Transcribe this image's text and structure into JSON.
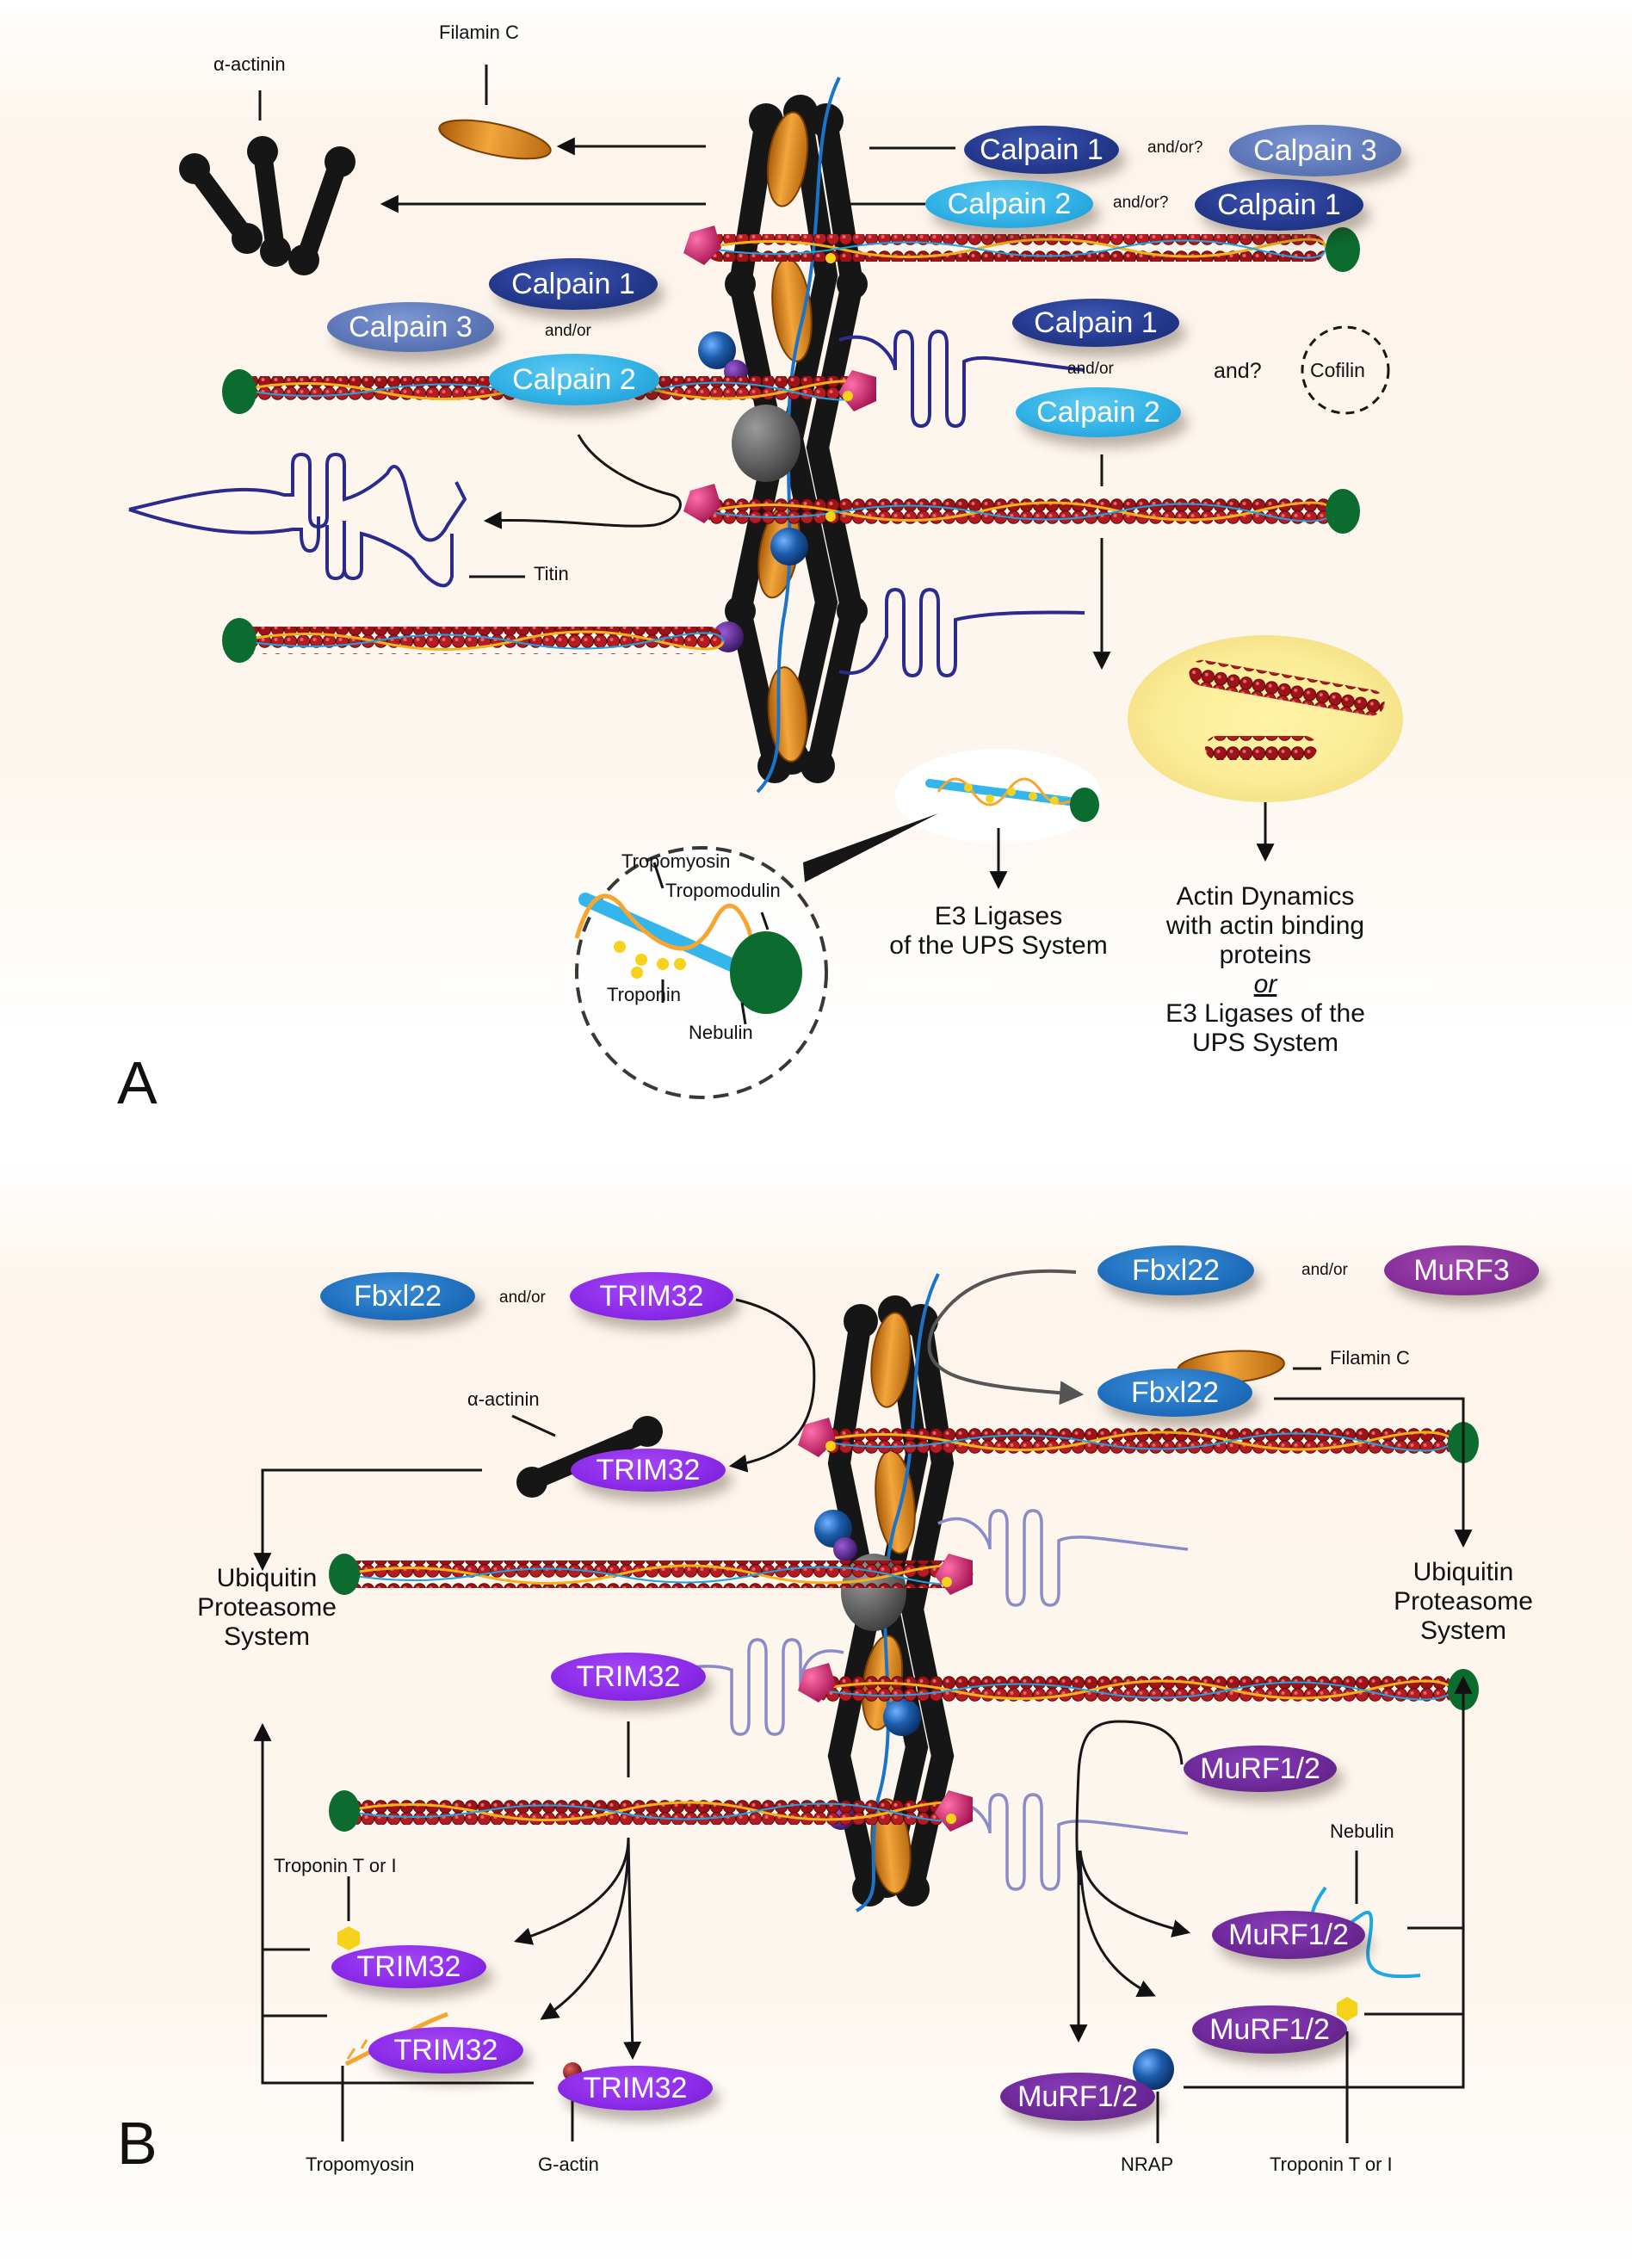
{
  "panel_a": {
    "letter": "A",
    "labels": {
      "alpha_actinin": "α-actinin",
      "filamin_c": "Filamin C",
      "titin": "Titin",
      "cofilin": "Cofilin",
      "tropomyosin": "Tropomyosin",
      "tropomodulin": "Tropomodulin",
      "troponin": "Troponin",
      "nebulin": "Nebulin"
    },
    "calpains": {
      "row1_left": "Calpain 1",
      "row1_right": "Calpain 3",
      "row2_left": "Calpain 2",
      "row2_right": "Calpain 1",
      "mid_top": "Calpain 1",
      "mid_left": "Calpain 3",
      "mid_bottom": "Calpain 2",
      "right_top": "Calpain 1",
      "right_bottom": "Calpain 2"
    },
    "connectors": {
      "row1": "and/or?",
      "row2": "and/or?",
      "mid": "and/or",
      "right": "and/or",
      "and_q": "and?"
    },
    "outcomes": {
      "e3": [
        "E3 Ligases",
        "of the UPS System"
      ],
      "actin": {
        "line1": "Actin Dynamics",
        "line2": "with actin binding",
        "line3": "proteins",
        "or": "or",
        "line5": "E3 Ligases of the",
        "line6": "UPS System"
      }
    }
  },
  "panel_b": {
    "letter": "B",
    "ligases": {
      "fbxl22_top_left": "Fbxl22",
      "trim32_top": "TRIM32",
      "fbxl22_top_right": "Fbxl22",
      "murf3": "MuRF3",
      "fbxl22_filamin": "Fbxl22",
      "trim32_actinin": "TRIM32",
      "trim32_mid": "TRIM32",
      "trim32_tn": "TRIM32",
      "trim32_tm": "TRIM32",
      "trim32_gactin": "TRIM32",
      "murf_mid": "MuRF1/2",
      "murf_nebulin": "MuRF1/2",
      "murf_tn": "MuRF1/2",
      "murf_nrap": "MuRF1/2"
    },
    "connectors": {
      "left": "and/or",
      "right": "and/or"
    },
    "labels": {
      "filamin_c": "Filamin C",
      "alpha_actinin": "α-actinin",
      "troponin_left": "Troponin T or I",
      "tropomyosin": "Tropomyosin",
      "g_actin": "G-actin",
      "nebulin": "Nebulin",
      "nrap": "NRAP",
      "troponin_right": "Troponin T or I"
    },
    "ups_left": [
      "Ubiquitin",
      "Proteasome",
      "System"
    ],
    "ups_right": [
      "Ubiquitin",
      "Proteasome",
      "System"
    ]
  }
}
